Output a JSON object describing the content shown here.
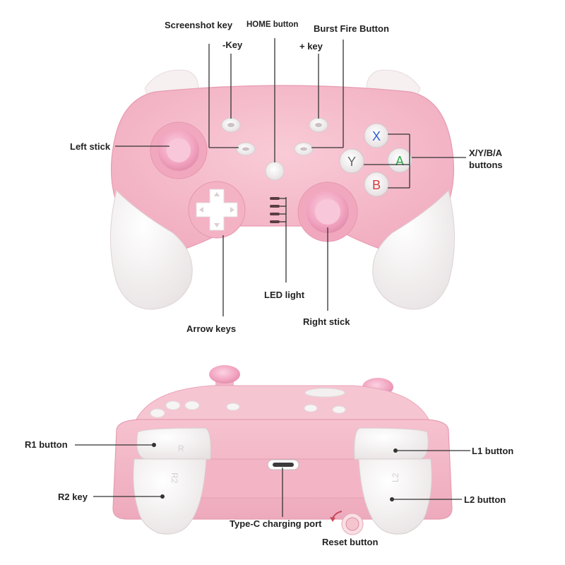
{
  "labels": {
    "screenshot_key": "Screenshot key",
    "home_button": "HOME button",
    "burst_fire_button": "Burst Fire Button",
    "minus_key": "-Key",
    "plus_key": "+ key",
    "left_stick": "Left stick",
    "xyba_line1": "X/Y/B/A",
    "xyba_line2": "buttons",
    "led_light": "LED light",
    "arrow_keys": "Arrow keys",
    "right_stick": "Right stick",
    "r1_button": "R1 button",
    "l1_button": "L1 button",
    "r2_key": "R2 key",
    "l2_button": "L2 button",
    "type_c_port": "Type-C charging port",
    "reset_button": "Reset button"
  },
  "face_buttons": {
    "x": "X",
    "y": "Y",
    "a": "A",
    "b": "B"
  },
  "trigger_marks": {
    "r1": "R",
    "r2": "R2",
    "l2": "L2"
  },
  "colors": {
    "body_pink": "#f4b9c8",
    "grip_white": "#f7f3f3",
    "stick_pink": "#f3a9c3",
    "x_blue": "#2f5fd0",
    "a_green": "#2ea84a",
    "b_red": "#d83a3a",
    "y_gray": "#666666"
  }
}
